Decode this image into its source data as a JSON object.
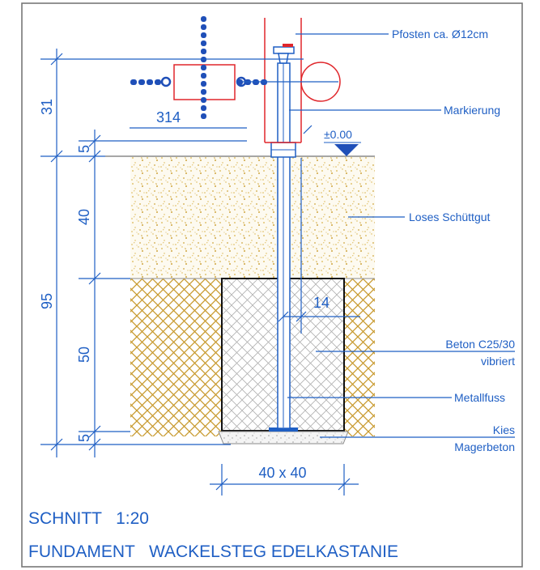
{
  "labels": {
    "post": "Pfosten ca. Ø12cm",
    "marking": "Markierung",
    "level": "±0.00",
    "loose_fill": "Loses Schüttgut",
    "concrete_line1": "Beton C25/30",
    "concrete_line2": "vibriert",
    "metal_foot": "Metallfuss",
    "gravel": "Kies",
    "lean_concrete": "Magerbeton"
  },
  "dimensions": {
    "d31": "31",
    "d314": "314",
    "d5_top": "5",
    "d40": "40",
    "d95": "95",
    "d50": "50",
    "d5_bottom": "5",
    "d14": "14",
    "d40x40": "40 x 40"
  },
  "title": {
    "line1": "SCHNITT   1:20",
    "line2": "FUNDAMENT   WACKELSTEG EDELKASTANIE"
  },
  "colors": {
    "line": "#1f5fc4",
    "red": "#e0262b",
    "sand": "#d8b24a",
    "hatch": "#c89a2e",
    "gray": "#9a9a9a"
  }
}
